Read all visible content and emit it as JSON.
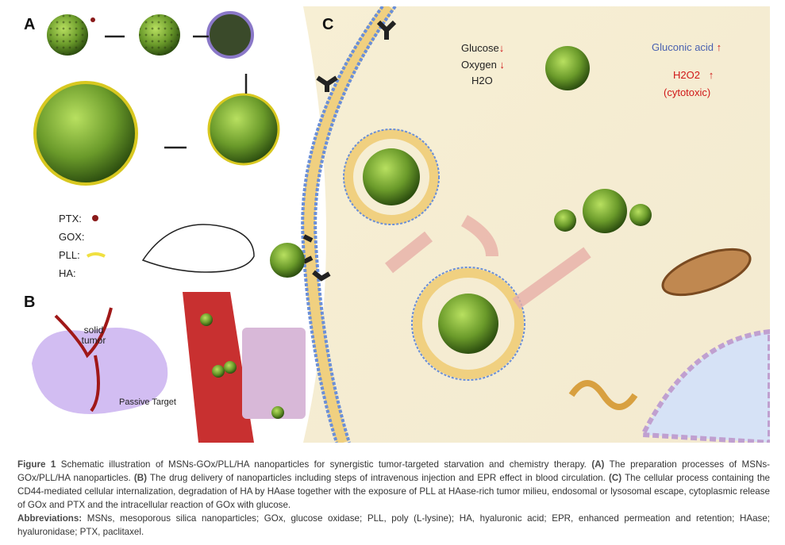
{
  "panels": {
    "a": "A",
    "b": "B",
    "c": "C"
  },
  "legend": {
    "ptx": "PTX:",
    "gox": "GOX:",
    "pll": "PLL:",
    "ha": "HA:"
  },
  "panel_b": {
    "solid_tumor": "solid tumor",
    "passive_target": "Passive Target"
  },
  "panel_c": {
    "glucose": "Glucose",
    "oxygen": "Oxygen",
    "h2o": "H2O",
    "gluconic_acid": "Gluconic acid",
    "h2o2": "H2O2",
    "cytotoxic": "(cytotoxic)"
  },
  "caption": {
    "figure_label": "Figure 1",
    "text_1": " Schematic illustration of MSNs-GOx/PLL/HA nanoparticles for synergistic tumor-targeted starvation and chemistry therapy. ",
    "a": "(A)",
    "text_a": " The preparation processes of MSNs-GOx/PLL/HA nanoparticles. ",
    "b": "(B)",
    "text_b": " The drug delivery of nanoparticles including steps of intravenous injection and EPR effect in blood circulation. ",
    "c": "(C)",
    "text_c": " The cellular process containing the CD44-mediated cellular internalization, degradation of HA by HAase together with the exposure of PLL at HAase-rich tumor milieu, endosomal or lysosomal escape, cytoplasmic release of GOx and PTX and the intracellular reaction of GOx with glucose.",
    "abbr_label": "Abbreviations:",
    "abbr_text": " MSNs, mesoporous silica nanoparticles; GOx, glucose oxidase; PLL, poly (L-lysine); HA, hyaluronic acid; EPR, enhanced permeation and retention; HAase; hyaluronidase; PTX, paclitaxel."
  },
  "colors": {
    "green": "#6a9a2a",
    "membrane_blue": "#6a8fd8",
    "membrane_yellow": "#f0d080",
    "cream": "#f7f0d6",
    "red_arrow": "#d01818",
    "gluconic": "#4a62b0"
  }
}
